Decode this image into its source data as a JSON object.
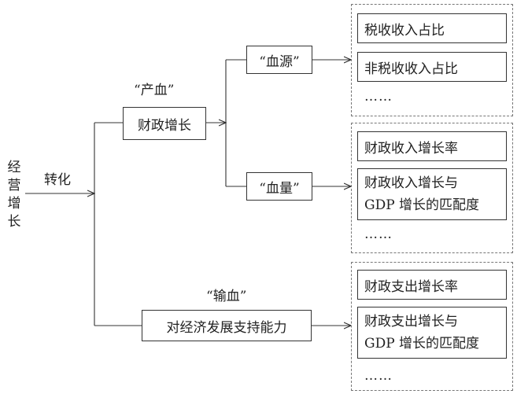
{
  "root": {
    "chars": [
      "经",
      "营",
      "增",
      "长"
    ]
  },
  "transform_label": "转化",
  "output_blood": {
    "quote": "“产血”",
    "box": "财政增长"
  },
  "source": {
    "quote": "“血源”"
  },
  "volume": {
    "quote": "“血量”"
  },
  "transfusion": {
    "quote": "“输血”",
    "box": "对经济发展支持能力"
  },
  "group1": {
    "items": [
      "税收收入占比",
      "非税收收入占比"
    ],
    "ellipsis": "……"
  },
  "group2": {
    "item1": "财政收入增长率",
    "item2_line1": "财政收入增长与",
    "item2_line2": "GDP 增长的匹配度",
    "ellipsis": "……"
  },
  "group3": {
    "item1": "财政支出增长率",
    "item2_line1": "财政支出增长与",
    "item2_line2": "GDP 增长的匹配度",
    "ellipsis": "……"
  }
}
